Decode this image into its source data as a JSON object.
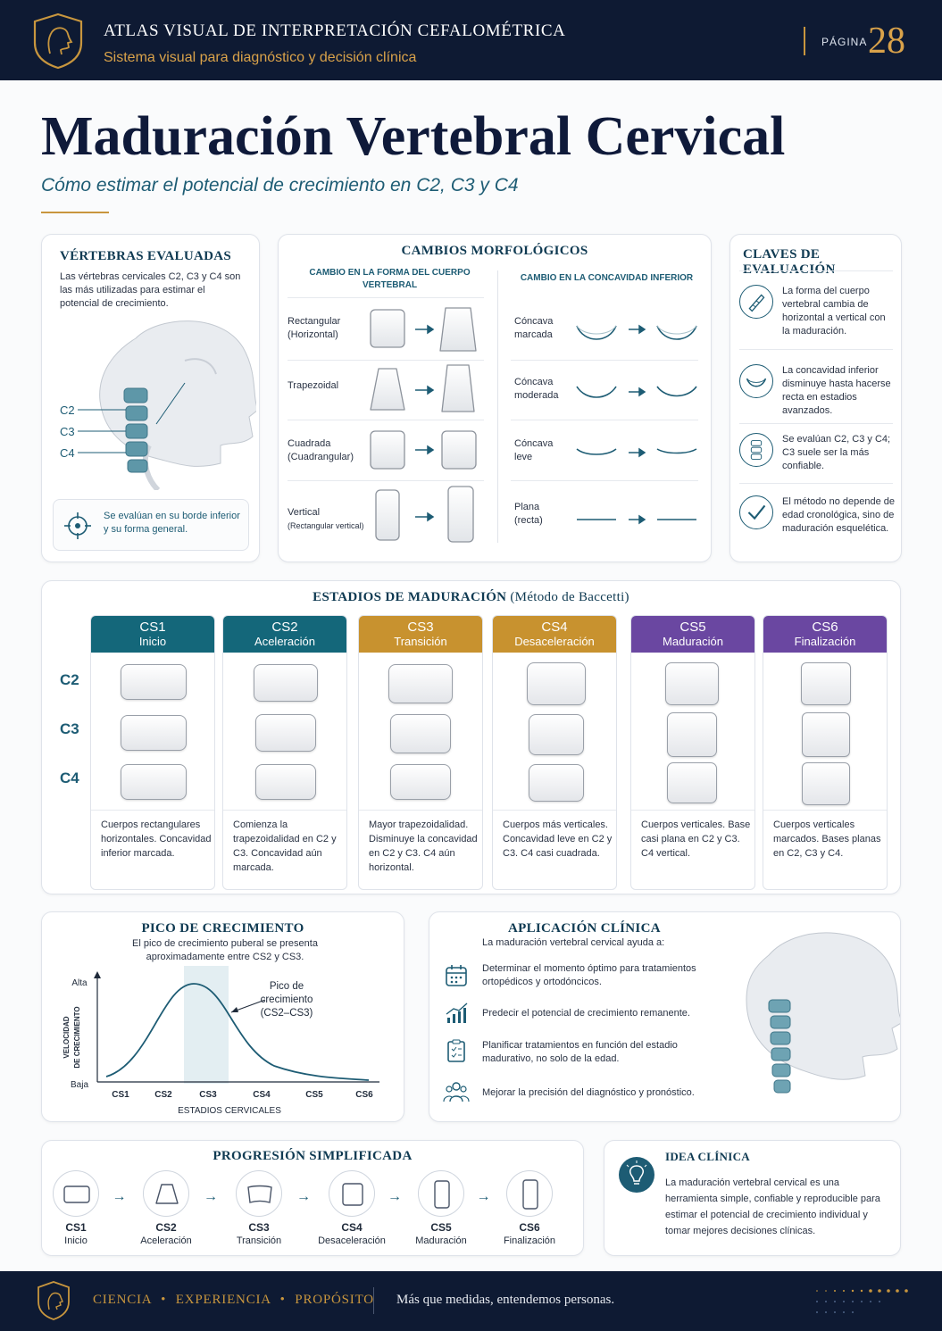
{
  "header": {
    "title": "ATLAS VISUAL DE INTERPRETACIÓN CEFALOMÉTRICA",
    "subtitle": "Sistema visual para diagnóstico y decisión clínica",
    "page_label": "PÁGINA",
    "page_number": "28"
  },
  "page": {
    "title": "Maduración Vertebral Cervical",
    "subtitle": "Cómo estimar el potencial de crecimiento en C2, C3 y C4"
  },
  "evaluated": {
    "title": "VÉRTEBRAS EVALUADAS",
    "text": "Las vértebras cervicales C2, C3 y C4 son las más utilizadas para estimar el potencial de crecimiento.",
    "labels": [
      "C2",
      "C3",
      "C4"
    ],
    "note": "Se evalúan en su borde inferior y su forma general."
  },
  "morph": {
    "title": "CAMBIOS MORFOLÓGICOS",
    "shape_header": "CAMBIO EN LA FORMA DEL CUERPO VERTEBRAL",
    "concavity_header": "CAMBIO EN LA CONCAVIDAD INFERIOR",
    "shape_rows": [
      {
        "line1": "Rectangular",
        "line2": "(Horizontal)"
      },
      {
        "line1": "Trapezoidal",
        "line2": ""
      },
      {
        "line1": "Cuadrada",
        "line2": "(Cuadrangular)"
      },
      {
        "line1": "Vertical",
        "line2": "(Rectangular vertical)"
      }
    ],
    "concavity_rows": [
      {
        "line1": "Cóncava",
        "line2": "marcada"
      },
      {
        "line1": "Cóncava",
        "line2": "moderada"
      },
      {
        "line1": "Cóncava",
        "line2": "leve"
      },
      {
        "line1": "Plana",
        "line2": "(recta)"
      }
    ]
  },
  "keys": {
    "title": "CLAVES DE EVALUACIÓN",
    "items": [
      {
        "icon": "ruler-icon",
        "text": "La forma del cuerpo vertebral cambia de horizontal a vertical con la maduración."
      },
      {
        "icon": "concavity-icon",
        "text": "La concavidad inferior disminuye hasta hacerse recta en estadios avanzados."
      },
      {
        "icon": "vertebrae-icon",
        "text": "Se evalúan C2, C3 y C4; C3 suele ser la más confiable."
      },
      {
        "icon": "check-icon",
        "text": "El método no depende de edad cronológica, sino de maduración esquelética."
      }
    ]
  },
  "stages": {
    "title": "ESTADIOS DE MADURACIÓN",
    "title_suffix": "(Método de Baccetti)",
    "row_labels": [
      "C2",
      "C3",
      "C4"
    ],
    "items": [
      {
        "code": "CS1",
        "name": "Inicio",
        "color": "#14677a",
        "desc": "Cuerpos rectangulares horizontales. Concavidad inferior marcada."
      },
      {
        "code": "CS2",
        "name": "Aceleración",
        "color": "#14677a",
        "desc": "Comienza la trapezoidalidad en C2 y C3. Concavidad aún marcada."
      },
      {
        "code": "CS3",
        "name": "Transición",
        "color": "#c8922f",
        "desc": "Mayor trapezoidalidad. Disminuye la concavidad en C2 y C3. C4 aún horizontal."
      },
      {
        "code": "CS4",
        "name": "Desaceleración",
        "color": "#c8922f",
        "desc": "Cuerpos más verticales. Concavidad leve en C2 y C3. C4 casi cuadrada."
      },
      {
        "code": "CS5",
        "name": "Maduración",
        "color": "#6a47a1",
        "desc": "Cuerpos verticales. Base casi plana en C2 y C3. C4 vertical."
      },
      {
        "code": "CS6",
        "name": "Finalización",
        "color": "#6a47a1",
        "desc": "Cuerpos verticales marcados. Bases planas en C2, C3 y C4."
      }
    ]
  },
  "peak": {
    "title": "PICO DE CRECIMIENTO",
    "subtitle": "El pico de crecimiento puberal se presenta aproximadamente entre CS2 y CS3.",
    "chart_data": {
      "type": "line",
      "categories": [
        "CS1",
        "CS2",
        "CS3",
        "CS4",
        "CS5",
        "CS6"
      ],
      "values": [
        1.0,
        3.6,
        6.0,
        3.6,
        1.0,
        0.4
      ],
      "ylim": [
        0,
        6.5
      ],
      "ylabel": "VELOCIDAD DE CRECIMIENTO",
      "xlabel": "ESTADIOS CERVICALES",
      "y_high": "Alta",
      "y_low": "Baja",
      "annotation": [
        "Pico de",
        "crecimiento",
        "(CS2–CS3)"
      ],
      "highlight_range": [
        "CS2",
        "CS3"
      ]
    }
  },
  "clinical": {
    "title": "APLICACIÓN CLÍNICA",
    "subtitle": "La maduración vertebral cervical ayuda a:",
    "items": [
      {
        "icon": "calendar-icon",
        "text": "Determinar el momento óptimo para tratamientos ortopédicos y ortodóncicos."
      },
      {
        "icon": "growth-chart-icon",
        "text": "Predecir el potencial de crecimiento remanente."
      },
      {
        "icon": "clipboard-icon",
        "text": "Planificar tratamientos en función del estadio madurativo, no solo de la edad."
      },
      {
        "icon": "people-icon",
        "text": "Mejorar la precisión del diagnóstico y pronóstico."
      }
    ]
  },
  "progression": {
    "title": "PROGRESIÓN SIMPLIFICADA",
    "items": [
      {
        "code": "CS1",
        "name": "Inicio"
      },
      {
        "code": "CS2",
        "name": "Aceleración"
      },
      {
        "code": "CS3",
        "name": "Transición"
      },
      {
        "code": "CS4",
        "name": "Desaceleración"
      },
      {
        "code": "CS5",
        "name": "Maduración"
      },
      {
        "code": "CS6",
        "name": "Finalización"
      }
    ]
  },
  "idea": {
    "title": "IDEA CLÍNICA",
    "text": "La maduración vertebral cervical es una herramienta simple, confiable y reproducible para estimar el potencial de crecimiento individual y tomar mejores decisiones clínicas."
  },
  "footer": {
    "motto_1": "CIENCIA",
    "motto_2": "EXPERIENCIA",
    "motto_3": "PROPÓSITO",
    "bullet": "•",
    "quote": "Más que medidas, entendemos personas."
  }
}
